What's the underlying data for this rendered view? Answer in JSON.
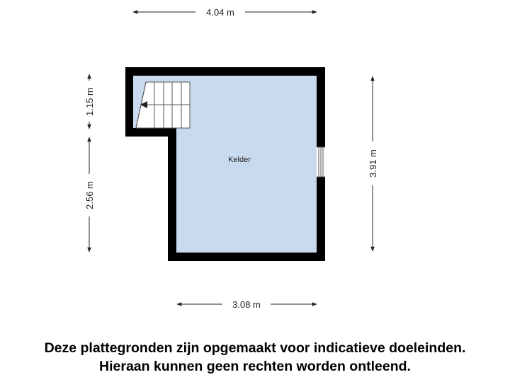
{
  "colors": {
    "wall": "#000000",
    "floor": "#c9daee",
    "stair_fill": "#ffffff",
    "dimension_line": "#222222"
  },
  "plan": {
    "room_label": "Kelder",
    "dimensions": {
      "top_width": "4.04 m",
      "bottom_width": "3.08 m",
      "left_upper_height": "1.15 m",
      "left_lower_height": "2.56 m",
      "right_height": "3.91 m"
    }
  },
  "disclaimer": {
    "line1": "Deze plattegronden zijn opgemaakt voor indicatieve doeleinden.",
    "line2": "Hieraan kunnen geen rechten worden ontleend."
  }
}
